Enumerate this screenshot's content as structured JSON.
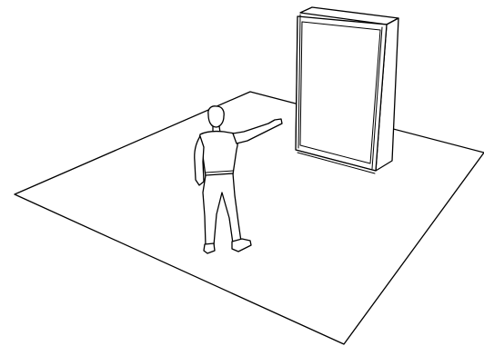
{
  "scene": {
    "background_color": "#ffffff",
    "stroke_color": "#000000",
    "elements": [
      "floor-plane",
      "display-cabinet",
      "person-figure"
    ]
  }
}
